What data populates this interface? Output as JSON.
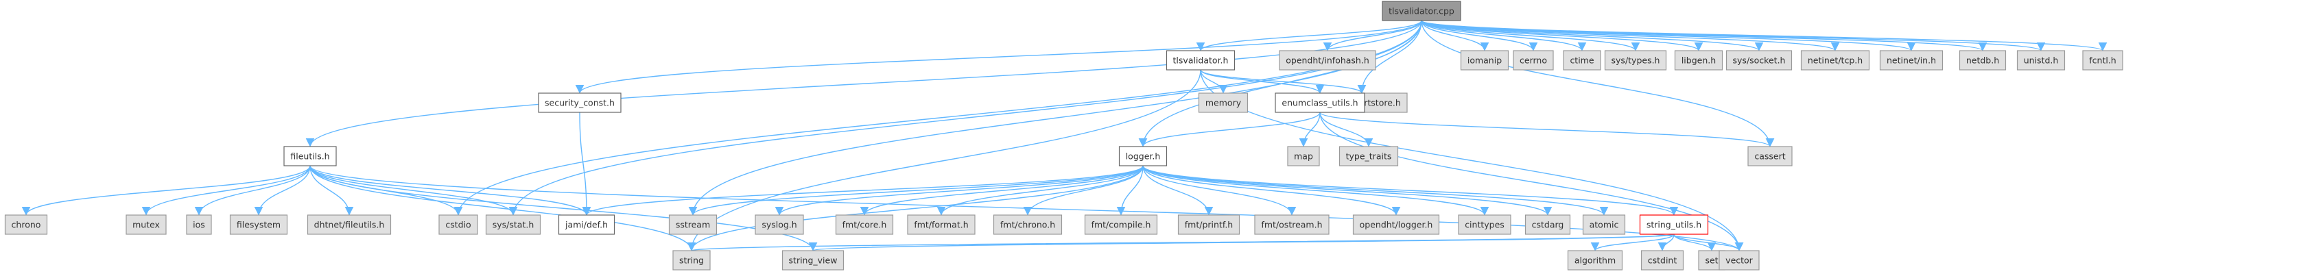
{
  "colors": {
    "edge": "#63b8ff",
    "root_fill": "#999999",
    "root_border": "#666666",
    "file_fill": "#ffffff",
    "file_border": "#666666",
    "ext_fill": "#e0e0e0",
    "ext_border": "#999999",
    "highlight_border": "#ff0000",
    "text": "#333333"
  },
  "nodes": [
    {
      "id": "tlsvalidator_cpp",
      "label": "tlsvalidator.cpp",
      "kind": "root"
    },
    {
      "id": "opendht_infohash",
      "label": "opendht/infohash.h",
      "kind": "external"
    },
    {
      "id": "iomanip",
      "label": "iomanip",
      "kind": "external"
    },
    {
      "id": "cerrno",
      "label": "cerrno",
      "kind": "external"
    },
    {
      "id": "ctime",
      "label": "ctime",
      "kind": "external"
    },
    {
      "id": "sys_types",
      "label": "sys/types.h",
      "kind": "external"
    },
    {
      "id": "libgen",
      "label": "libgen.h",
      "kind": "external"
    },
    {
      "id": "sys_socket",
      "label": "sys/socket.h",
      "kind": "external"
    },
    {
      "id": "netinet_tcp",
      "label": "netinet/tcp.h",
      "kind": "external"
    },
    {
      "id": "netinet_in",
      "label": "netinet/in.h",
      "kind": "external"
    },
    {
      "id": "netdb",
      "label": "netdb.h",
      "kind": "external"
    },
    {
      "id": "unistd",
      "label": "unistd.h",
      "kind": "external"
    },
    {
      "id": "fcntl",
      "label": "fcntl.h",
      "kind": "external"
    },
    {
      "id": "tlsvalidator_h",
      "label": "tlsvalidator.h",
      "kind": "file"
    },
    {
      "id": "security_const",
      "label": "security_const.h",
      "kind": "file"
    },
    {
      "id": "memory",
      "label": "memory",
      "kind": "external"
    },
    {
      "id": "dhtnet_certstore",
      "label": "dhtnet/certstore.h",
      "kind": "external"
    },
    {
      "id": "enumclass_utils",
      "label": "enumclass_utils.h",
      "kind": "file"
    },
    {
      "id": "map",
      "label": "map",
      "kind": "external"
    },
    {
      "id": "type_traits",
      "label": "type_traits",
      "kind": "external"
    },
    {
      "id": "cassert",
      "label": "cassert",
      "kind": "external"
    },
    {
      "id": "fileutils",
      "label": "fileutils.h",
      "kind": "file"
    },
    {
      "id": "logger",
      "label": "logger.h",
      "kind": "file"
    },
    {
      "id": "chrono",
      "label": "chrono",
      "kind": "external"
    },
    {
      "id": "mutex",
      "label": "mutex",
      "kind": "external"
    },
    {
      "id": "ios",
      "label": "ios",
      "kind": "external"
    },
    {
      "id": "filesystem",
      "label": "filesystem",
      "kind": "external"
    },
    {
      "id": "dhtnet_fileutils",
      "label": "dhtnet/fileutils.h",
      "kind": "external"
    },
    {
      "id": "cstdio",
      "label": "cstdio",
      "kind": "external"
    },
    {
      "id": "sys_stat",
      "label": "sys/stat.h",
      "kind": "external"
    },
    {
      "id": "jami_def",
      "label": "jami/def.h",
      "kind": "file"
    },
    {
      "id": "sstream",
      "label": "sstream",
      "kind": "external"
    },
    {
      "id": "syslog",
      "label": "syslog.h",
      "kind": "external"
    },
    {
      "id": "fmt_core",
      "label": "fmt/core.h",
      "kind": "external"
    },
    {
      "id": "fmt_format",
      "label": "fmt/format.h",
      "kind": "external"
    },
    {
      "id": "fmt_chrono",
      "label": "fmt/chrono.h",
      "kind": "external"
    },
    {
      "id": "fmt_compile",
      "label": "fmt/compile.h",
      "kind": "external"
    },
    {
      "id": "fmt_printf",
      "label": "fmt/printf.h",
      "kind": "external"
    },
    {
      "id": "fmt_ostream",
      "label": "fmt/ostream.h",
      "kind": "external"
    },
    {
      "id": "opendht_logger",
      "label": "opendht/logger.h",
      "kind": "external"
    },
    {
      "id": "cinttypes",
      "label": "cinttypes",
      "kind": "external"
    },
    {
      "id": "cstdarg",
      "label": "cstdarg",
      "kind": "external"
    },
    {
      "id": "atomic",
      "label": "atomic",
      "kind": "external"
    },
    {
      "id": "string_utils",
      "label": "string_utils.h",
      "kind": "highlight"
    },
    {
      "id": "string",
      "label": "string",
      "kind": "external"
    },
    {
      "id": "string_view",
      "label": "string_view",
      "kind": "external"
    },
    {
      "id": "algorithm",
      "label": "algorithm",
      "kind": "external"
    },
    {
      "id": "cstdint",
      "label": "cstdint",
      "kind": "external"
    },
    {
      "id": "set",
      "label": "set",
      "kind": "external"
    },
    {
      "id": "vector",
      "label": "vector",
      "kind": "external"
    }
  ],
  "edges": [
    [
      "tlsvalidator_cpp",
      "tlsvalidator_h"
    ],
    [
      "tlsvalidator_cpp",
      "security_const"
    ],
    [
      "tlsvalidator_cpp",
      "fileutils"
    ],
    [
      "tlsvalidator_cpp",
      "cstdio"
    ],
    [
      "tlsvalidator_cpp",
      "sys_stat"
    ],
    [
      "tlsvalidator_cpp",
      "sstream"
    ],
    [
      "tlsvalidator_cpp",
      "logger"
    ],
    [
      "tlsvalidator_cpp",
      "dhtnet_certstore"
    ],
    [
      "tlsvalidator_cpp",
      "cassert"
    ],
    [
      "tlsvalidator_cpp",
      "opendht_infohash"
    ],
    [
      "tlsvalidator_cpp",
      "iomanip"
    ],
    [
      "tlsvalidator_cpp",
      "cerrno"
    ],
    [
      "tlsvalidator_cpp",
      "ctime"
    ],
    [
      "tlsvalidator_cpp",
      "sys_types"
    ],
    [
      "tlsvalidator_cpp",
      "libgen"
    ],
    [
      "tlsvalidator_cpp",
      "sys_socket"
    ],
    [
      "tlsvalidator_cpp",
      "netinet_tcp"
    ],
    [
      "tlsvalidator_cpp",
      "netinet_in"
    ],
    [
      "tlsvalidator_cpp",
      "netdb"
    ],
    [
      "tlsvalidator_cpp",
      "unistd"
    ],
    [
      "tlsvalidator_cpp",
      "fcntl"
    ],
    [
      "tlsvalidator_h",
      "memory"
    ],
    [
      "tlsvalidator_h",
      "dhtnet_certstore"
    ],
    [
      "tlsvalidator_h",
      "enumclass_utils"
    ],
    [
      "tlsvalidator_h",
      "string"
    ],
    [
      "tlsvalidator_h",
      "vector"
    ],
    [
      "security_const",
      "jami_def"
    ],
    [
      "enumclass_utils",
      "map"
    ],
    [
      "enumclass_utils",
      "type_traits"
    ],
    [
      "enumclass_utils",
      "cassert"
    ],
    [
      "enumclass_utils",
      "logger"
    ],
    [
      "enumclass_utils",
      "vector"
    ],
    [
      "fileutils",
      "jami_def"
    ],
    [
      "fileutils",
      "chrono"
    ],
    [
      "fileutils",
      "mutex"
    ],
    [
      "fileutils",
      "ios"
    ],
    [
      "fileutils",
      "filesystem"
    ],
    [
      "fileutils",
      "dhtnet_fileutils"
    ],
    [
      "fileutils",
      "cstdio"
    ],
    [
      "fileutils",
      "sys_stat"
    ],
    [
      "fileutils",
      "string"
    ],
    [
      "fileutils",
      "string_view"
    ],
    [
      "fileutils",
      "vector"
    ],
    [
      "logger",
      "jami_def"
    ],
    [
      "logger",
      "sstream"
    ],
    [
      "logger",
      "syslog"
    ],
    [
      "logger",
      "fmt_core"
    ],
    [
      "logger",
      "fmt_format"
    ],
    [
      "logger",
      "fmt_chrono"
    ],
    [
      "logger",
      "fmt_compile"
    ],
    [
      "logger",
      "fmt_printf"
    ],
    [
      "logger",
      "fmt_ostream"
    ],
    [
      "logger",
      "opendht_logger"
    ],
    [
      "logger",
      "cinttypes"
    ],
    [
      "logger",
      "cstdarg"
    ],
    [
      "logger",
      "atomic"
    ],
    [
      "logger",
      "string_utils"
    ],
    [
      "logger",
      "string"
    ],
    [
      "string_utils",
      "string"
    ],
    [
      "string_utils",
      "string_view"
    ],
    [
      "string_utils",
      "algorithm"
    ],
    [
      "string_utils",
      "cstdint"
    ],
    [
      "string_utils",
      "set"
    ],
    [
      "string_utils",
      "vector"
    ]
  ]
}
